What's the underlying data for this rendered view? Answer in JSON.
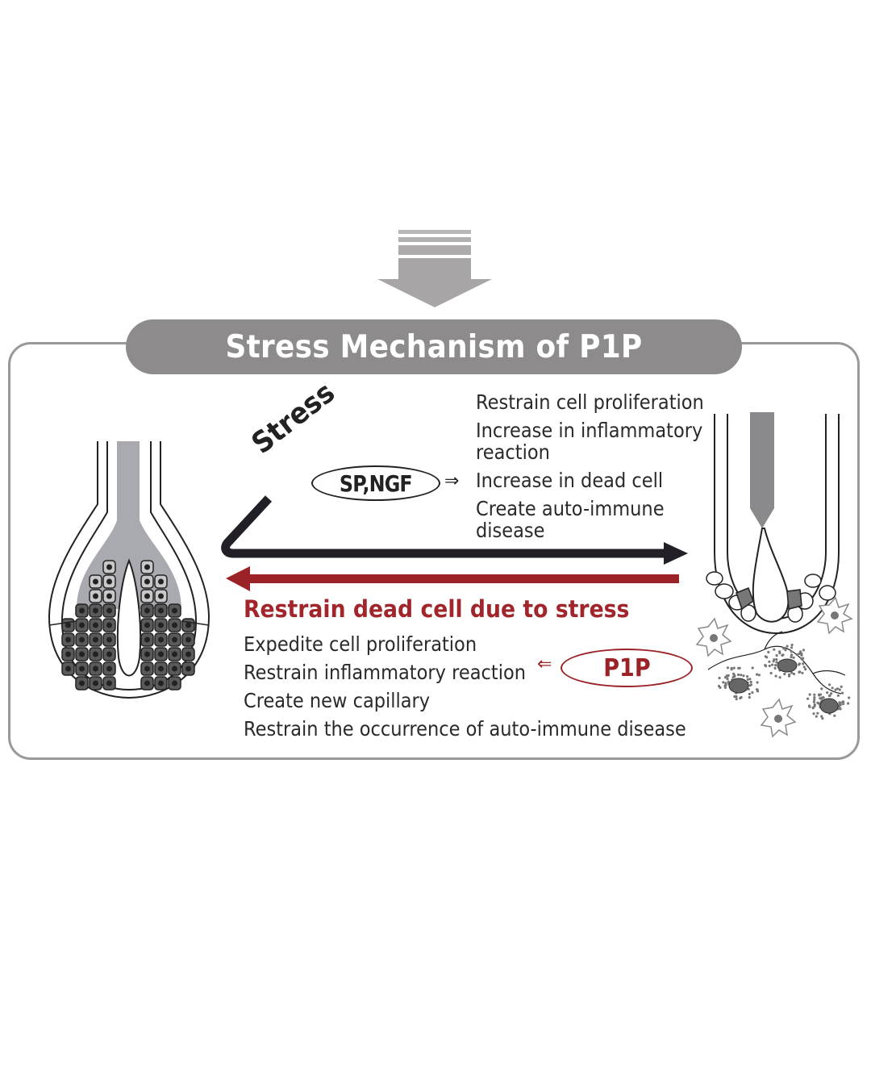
{
  "title": "Stress Mechanism of P1P",
  "stress_label": "Stress",
  "stress_factors": "SP,NGF",
  "stress_effects": [
    "Restrain cell proliferation",
    "Increase in inflammatory reaction",
    "Increase in dead cell",
    "Create auto-immune disease"
  ],
  "p1p_heading": "Restrain dead cell due to stress",
  "p1p_label": "P1P",
  "p1p_effects": [
    "Expedite cell proliferation",
    "Restrain inflammatory reaction",
    "Create new capillary",
    "Restrain the occurrence of auto-immune disease"
  ],
  "implies_arrow": "⇒",
  "implies_left_arrow": "⇐",
  "colors": {
    "pill": "#8e8b8c",
    "frame": "#9a9899",
    "stress_arrow": "#222026",
    "recovery_arrow": "#9b2328",
    "follicle_shaft": "#a9aaaf",
    "cells": "#5a5a5c"
  }
}
